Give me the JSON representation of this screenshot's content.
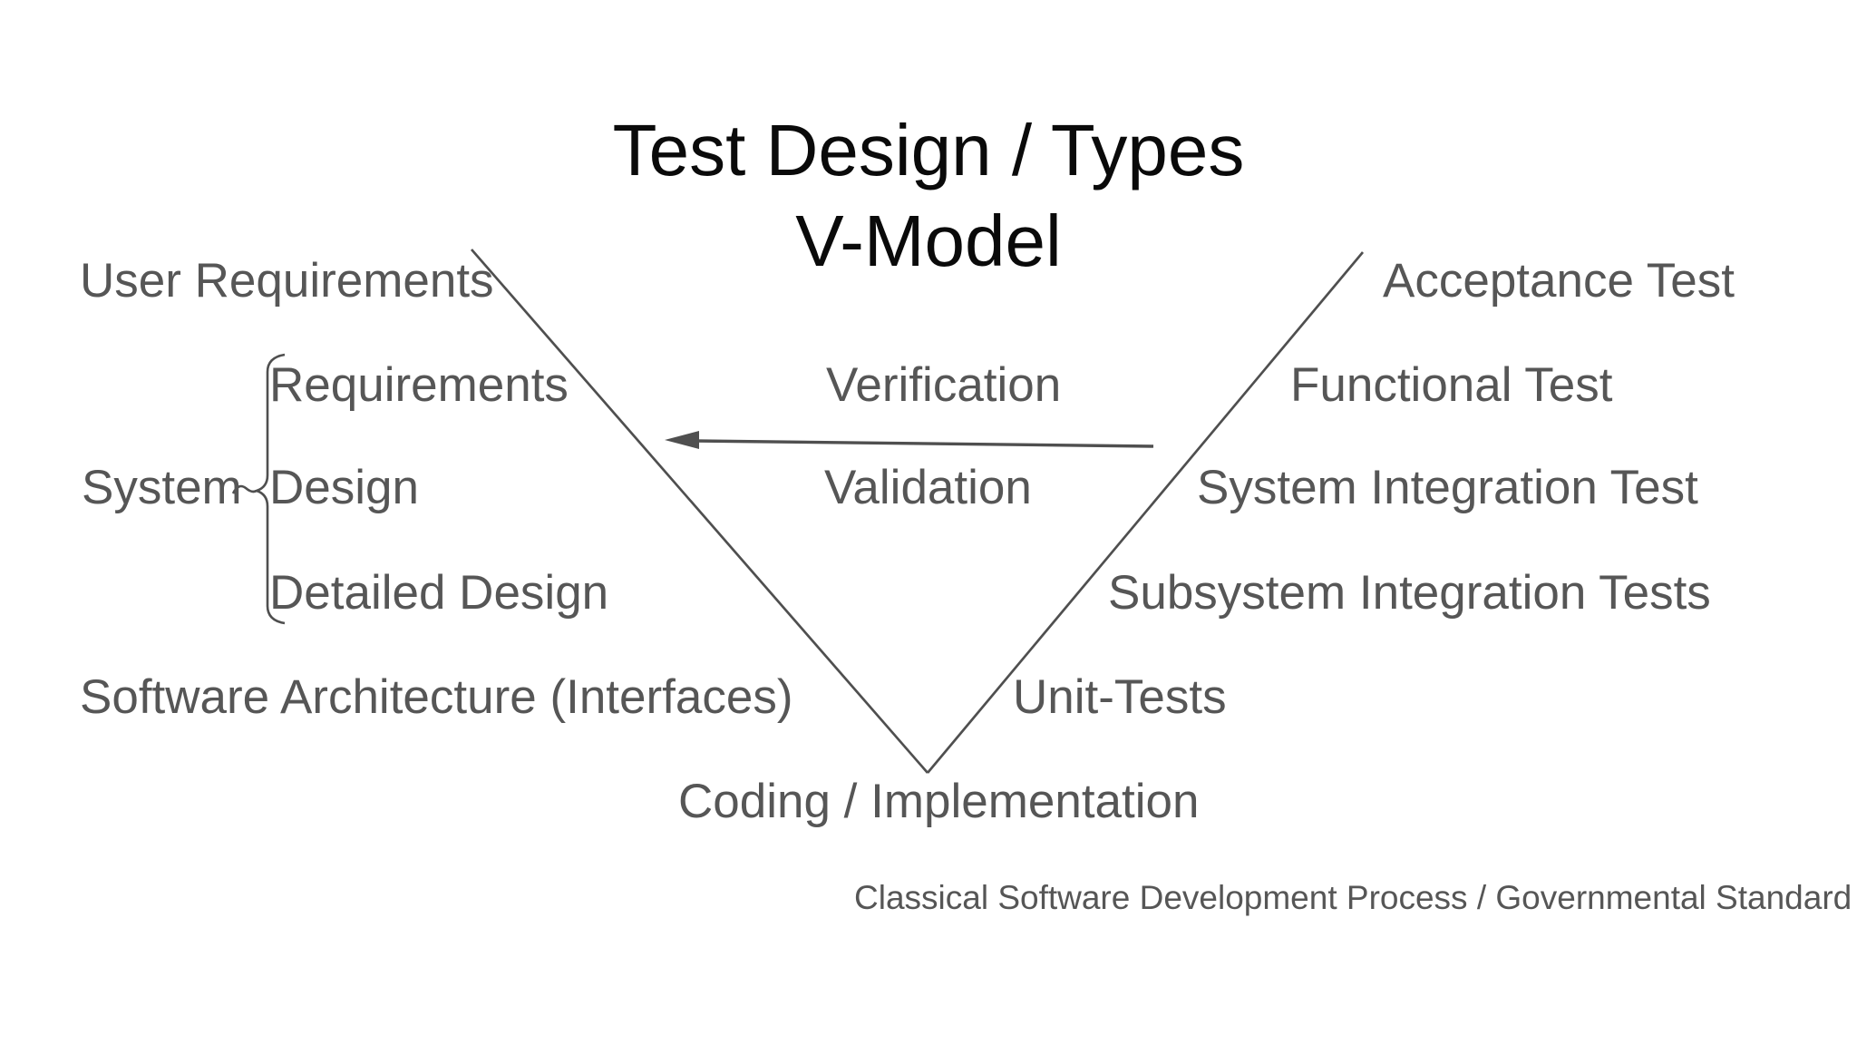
{
  "title": {
    "line1": "Test Design / Types",
    "line2": "V-Model"
  },
  "left_column": {
    "user_requirements": "User Requirements",
    "system_group": {
      "label": "System",
      "requirements": "Requirements",
      "design": "Design",
      "detailed_design": "Detailed Design"
    },
    "software_architecture": "Software Architecture (Interfaces)"
  },
  "center": {
    "verification": "Verification",
    "validation": "Validation",
    "coding": "Coding / Implementation"
  },
  "right_column": {
    "acceptance_test": "Acceptance Test",
    "functional_test": "Functional Test",
    "system_integration_test": "System Integration Test",
    "subsystem_integration_tests": "Subsystem Integration Tests",
    "unit_tests": "Unit-Tests"
  },
  "footer": {
    "caption": "Classical Software Development Process / Governmental Standard"
  },
  "icons": {
    "feedback_arrow": "left-arrow",
    "system_bracket": "left-curly-bracket"
  },
  "colors": {
    "bg": "#ffffff",
    "title": "#0a0a0a",
    "text": "#565656",
    "line": "#4f4f4f"
  }
}
